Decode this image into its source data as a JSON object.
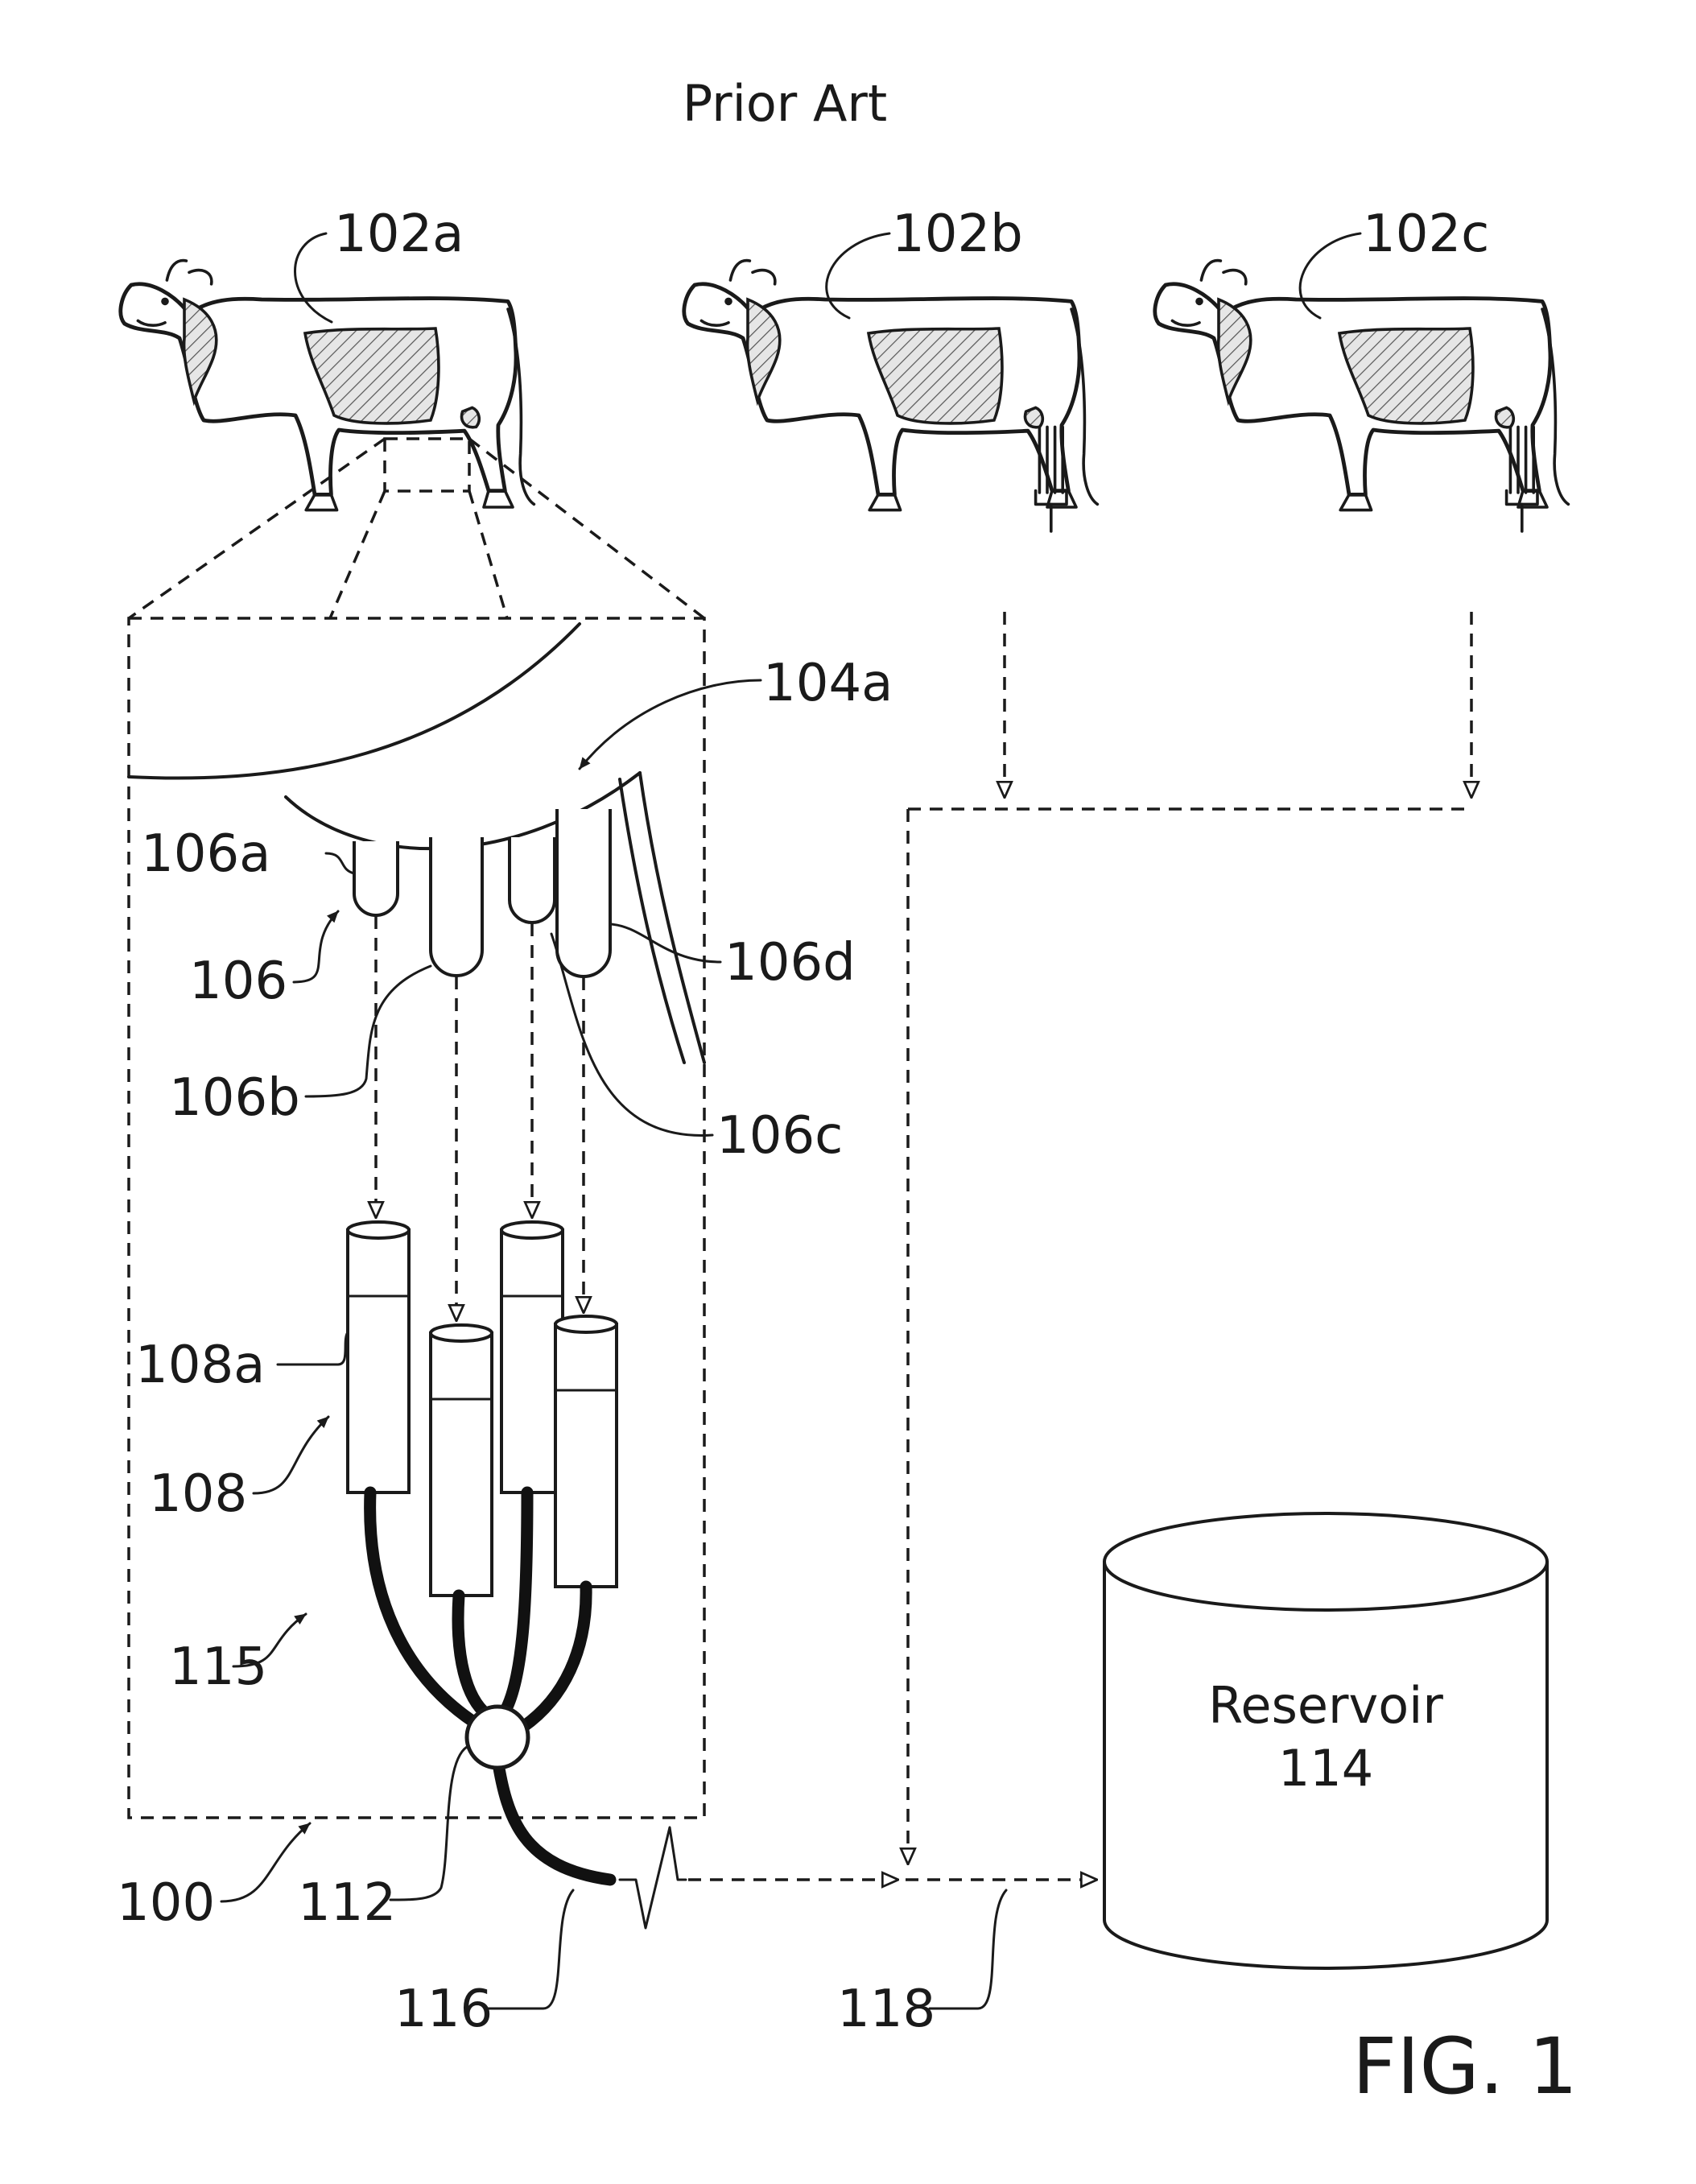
{
  "figure": {
    "header": "Prior Art",
    "caption": "FIG. 1",
    "reservoir": {
      "name": "Reservoir",
      "number": "114"
    },
    "labels": {
      "cow_a": "102a",
      "cow_b": "102b",
      "cow_c": "102c",
      "udder": "104a",
      "teat_a": "106a",
      "teats": "106",
      "teat_d": "106d",
      "teat_b": "106b",
      "teat_c": "106c",
      "cup_a": "108a",
      "cups": "108",
      "hoses": "115",
      "system": "100",
      "claw": "112",
      "milk_line": "116",
      "flow_line": "118"
    },
    "icons": [
      "cow-icon",
      "teat-cup-icon",
      "reservoir-icon",
      "claw-icon"
    ]
  }
}
